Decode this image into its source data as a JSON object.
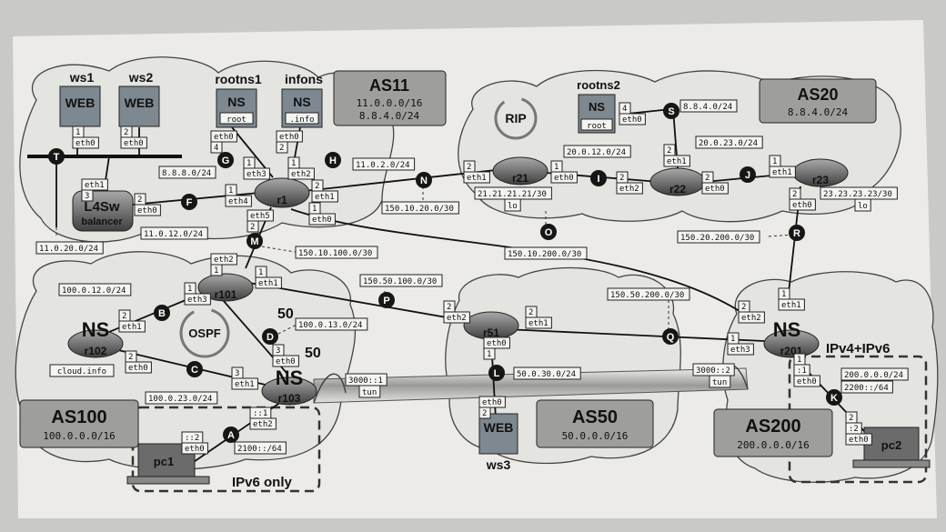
{
  "as": {
    "as11": {
      "name": "AS11",
      "nets": [
        "11.0.0.0/16",
        "8.8.4.0/24"
      ]
    },
    "as20": {
      "name": "AS20",
      "nets": [
        "8.8.4.0/24"
      ]
    },
    "as100": {
      "name": "AS100",
      "nets": [
        "100.0.0.0/16"
      ]
    },
    "as50": {
      "name": "AS50",
      "nets": [
        "50.0.0.0/16"
      ]
    },
    "as200": {
      "name": "AS200",
      "nets": [
        "200.0.0.0/16"
      ]
    }
  },
  "protocols": {
    "rip": "RIP",
    "ospf": "OSPF"
  },
  "labels": {
    "ipv6_only": "IPv6 only",
    "ipv4_ipv6": "IPv4+IPv6",
    "tun": "tun",
    "lo": "lo",
    "web": "WEB",
    "ns": "NS",
    "l4sw": "L4Sw",
    "balancer": "balancer",
    "fifty_a": "50",
    "fifty_b": "50"
  },
  "hosts": {
    "ws1": "ws1",
    "ws2": "ws2",
    "ws3": "ws3",
    "rootns1": "rootns1",
    "infons": "infons",
    "rootns2": "rootns2",
    "root": "root",
    "info": ".info",
    "cloud": "cloud.info",
    "pc1": "pc1",
    "pc2": "pc2"
  },
  "routers": {
    "r1": "r1",
    "r21": "r21",
    "r22": "r22",
    "r23": "r23",
    "r101": "r101",
    "r102": "r102",
    "r103": "r103",
    "r51": "r51",
    "r201": "r201"
  },
  "nodes": [
    "T",
    "G",
    "H",
    "F",
    "N",
    "I",
    "S",
    "J",
    "R",
    "M",
    "O",
    "P",
    "B",
    "C",
    "D",
    "A",
    "L",
    "Q",
    "K"
  ],
  "subnets": {
    "net_8880": "8.8.8.0/24",
    "net_11_2": "11.0.2.0/24",
    "net_11_12": "11.0.12.0/24",
    "net_11_20": "11.0.20.0/24",
    "net_150_10_20": "150.10.20.0/30",
    "net_20_12": "20.0.12.0/24",
    "net_8840": "8.8.4.0/24",
    "net_20_23": "20.0.23.0/24",
    "lo21": "21.21.21.21/30",
    "lo23": "23.23.23.23/30",
    "net_150_20_200": "150.20.200.0/30",
    "net_150_10_100": "150.10.100.0/30",
    "net_150_10_200": "150.10.200.0/30",
    "net_150_50_100": "150.50.100.0/30",
    "net_150_50_200": "150.50.200.0/30",
    "net_100_12": "100.0.12.0/24",
    "net_100_13": "100.0.13.0/24",
    "net_100_23": "100.0.23.0/24",
    "net_50_30": "50.0.30.0/24",
    "net_2100": "2100::/64",
    "net_200": "200.0.0.0/24",
    "net_2200": "2200::/64",
    "tun1": "3000::1",
    "tun2": "3000::2"
  },
  "ifaces": {
    "ws1": [
      "1",
      "eth0"
    ],
    "ws2": [
      "2",
      "eth0"
    ],
    "rootns1": [
      "eth0",
      "4"
    ],
    "infons": [
      "eth0",
      "2"
    ],
    "r1_eth3": [
      "1",
      "eth3"
    ],
    "r1_eth2": [
      "1",
      "eth2"
    ],
    "r1_eth4": [
      "1",
      "eth4"
    ],
    "r1_eth1": [
      "2",
      "eth1"
    ],
    "r1_eth0": [
      "1",
      "eth0"
    ],
    "r1_eth5": [
      "eth5",
      "2"
    ],
    "lb_eth1": [
      "eth1",
      "3"
    ],
    "lb_eth0": [
      "2",
      "eth0"
    ],
    "r21_eth1": [
      "2",
      "eth1"
    ],
    "r21_eth0": [
      "1",
      "eth0"
    ],
    "r22_eth2": [
      "2",
      "eth2"
    ],
    "r22_eth1": [
      "2",
      "eth1"
    ],
    "r22_eth0": [
      "2",
      "eth0"
    ],
    "rootns2": [
      "4",
      "eth0"
    ],
    "r23_eth1": [
      "1",
      "eth1"
    ],
    "r23_eth0": [
      "2",
      "eth0"
    ],
    "r101_eth2": [
      "eth2",
      "1"
    ],
    "r101_eth3": [
      "1",
      "eth3"
    ],
    "r101_eth1": [
      "1",
      "eth1"
    ],
    "r102_eth1": [
      "2",
      "eth1"
    ],
    "r102_eth0": [
      "2",
      "eth0"
    ],
    "r103_eth1": [
      "3",
      "eth1"
    ],
    "r103_eth0": [
      "3",
      "eth0"
    ],
    "r103_eth2": [
      "::1",
      "eth2"
    ],
    "pc1": [
      "::2",
      "eth0"
    ],
    "r51_eth2": [
      "2",
      "eth2"
    ],
    "r51_eth1": [
      "2",
      "eth1"
    ],
    "r51_eth0": [
      "eth0",
      "1"
    ],
    "ws3": [
      "eth0",
      "2"
    ],
    "r201_eth2": [
      "2",
      "eth2"
    ],
    "r201_eth1": [
      "1",
      "eth1"
    ],
    "r201_eth3": [
      "1",
      "eth3"
    ],
    "r201_eth0": [
      "1",
      ":1",
      "eth0"
    ],
    "pc2": [
      "2",
      ":2",
      "eth0"
    ]
  }
}
